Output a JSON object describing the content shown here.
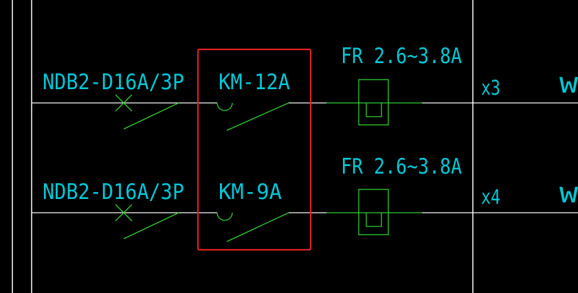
{
  "colors": {
    "background": "#000000",
    "frame_line": "#ffffff",
    "symbol_line": "#2fd12f",
    "text": "#00c8d6",
    "highlight_box": "#e02020"
  },
  "rows": [
    {
      "breaker_label": "NDB2-D16A/3P",
      "contactor_label": "KM-12A",
      "overload_label": "FR 2.6~3.8A",
      "quantity_label": "x3",
      "trailing_label": "W"
    },
    {
      "breaker_label": "NDB2-D16A/3P",
      "contactor_label": "KM-9A",
      "overload_label": "FR 2.6~3.8A",
      "quantity_label": "x4",
      "trailing_label": "W"
    }
  ]
}
